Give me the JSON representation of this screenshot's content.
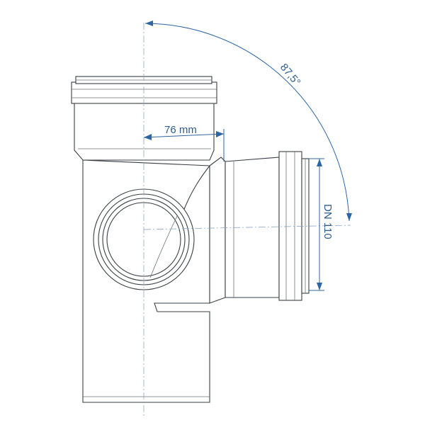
{
  "dimensions": {
    "angle_label": "87,5°",
    "branch_offset_label": "76 mm",
    "diameter_label": "DN 110"
  },
  "colors": {
    "outline": "#3a3f45",
    "dimension": "#2e66a3",
    "centerline": "#8aa6c4"
  }
}
